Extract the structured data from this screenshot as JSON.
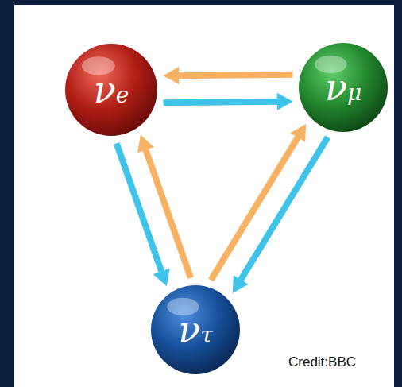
{
  "diagram": {
    "nodes": [
      {
        "text": [
          "νe"
        ]
      },
      {
        "text": [
          "νμ"
        ]
      },
      {
        "text": [
          "ντ"
        ]
      }
    ],
    "edges": [
      {
        "from": 1,
        "to": 0,
        "arrow": "to"
      },
      {
        "from": 0,
        "to": 1,
        "arrow": "to"
      },
      {
        "from": 0,
        "to": 2,
        "arrow": "to"
      },
      {
        "from": 2,
        "to": 0,
        "arrow": "to"
      },
      {
        "from": 2,
        "to": 1,
        "arrow": "to"
      },
      {
        "from": 1,
        "to": 2,
        "arrow": "to"
      }
    ],
    "labels": [
      "Credit:BBC"
    ]
  }
}
